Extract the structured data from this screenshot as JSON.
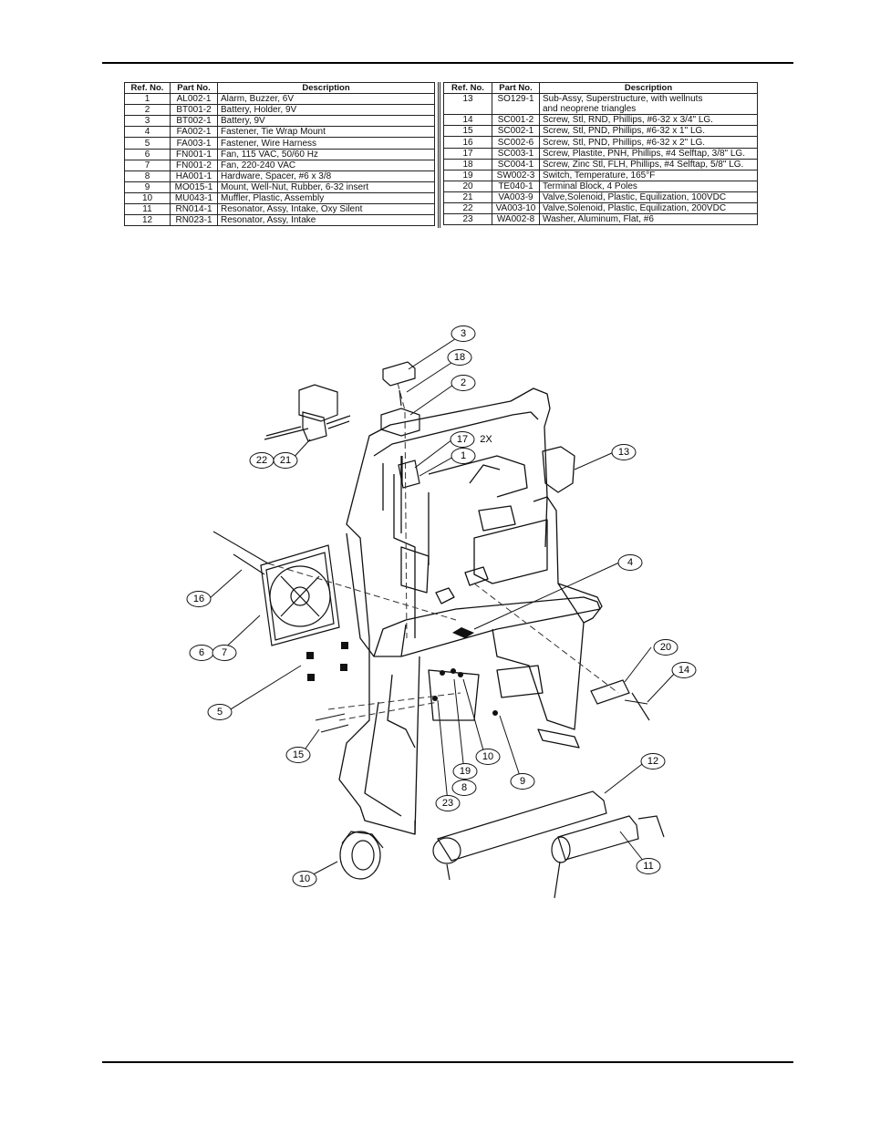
{
  "table": {
    "headers": [
      "Ref. No.",
      "Part No.",
      "Description"
    ],
    "left_rows": [
      [
        "1",
        "AL002-1",
        "Alarm, Buzzer, 6V"
      ],
      [
        "2",
        "BT001-2",
        "Battery, Holder, 9V"
      ],
      [
        "3",
        "BT002-1",
        "Battery, 9V"
      ],
      [
        "4",
        "FA002-1",
        "Fastener, Tie Wrap Mount"
      ],
      [
        "5",
        "FA003-1",
        "Fastener, Wire Harness"
      ],
      [
        "6",
        "FN001-1",
        "Fan, 115 VAC, 50/60 Hz"
      ],
      [
        "7",
        "FN001-2",
        "Fan, 220-240 VAC"
      ],
      [
        "8",
        "HA001-1",
        "Hardware, Spacer, #6 x 3/8"
      ],
      [
        "9",
        "MO015-1",
        "Mount, Well-Nut, Rubber, 6-32 insert"
      ],
      [
        "10",
        "MU043-1",
        "Muffler, Plastic, Assembly"
      ],
      [
        "11",
        "RN014-1",
        "Resonator, Assy, Intake, Oxy Silent"
      ],
      [
        "12",
        "RN023-1",
        "Resonator, Assy, Intake"
      ]
    ],
    "right_row_13": {
      "ref": "13",
      "part": "SO129-1",
      "desc_line1": "Sub-Assy, Superstructure, with wellnuts",
      "desc_line2": "and neoprene triangles"
    },
    "right_rows": [
      [
        "14",
        "SC001-2",
        "Screw, Stl, RND, Phillips, #6-32 x 3/4\" LG."
      ],
      [
        "15",
        "SC002-1",
        "Screw, Stl, PND, Phillips, #6-32 x 1\" LG."
      ],
      [
        "16",
        "SC002-6",
        "Screw, Stl, PND, Phillips, #6-32 x 2\" LG."
      ],
      [
        "17",
        "SC003-1",
        "Screw, Plastite, PNH, Phillips, #4 Selftap, 3/8\" LG."
      ],
      [
        "18",
        "SC004-1",
        "Screw, Zinc Stl, FLH, Phillips, #4 Selftap, 5/8\" LG."
      ],
      [
        "19",
        "SW002-3",
        "Switch, Temperature, 165°F"
      ],
      [
        "20",
        "TE040-1",
        "Terminal Block, 4 Poles"
      ],
      [
        "21",
        "VA003-9",
        "Valve,Solenoid, Plastic, Equilization, 100VDC"
      ],
      [
        "22",
        "VA003-10",
        "Valve,Solenoid, Plastic, Equilization, 200VDC"
      ],
      [
        "23",
        "WA002-8",
        "Washer, Aluminum, Flat, #6"
      ]
    ]
  },
  "callouts": {
    "c3": "3",
    "c18": "18",
    "c2": "2",
    "c17": "17",
    "c17_suffix": "2X",
    "c1": "1",
    "c13": "13",
    "c22": "22",
    "c21": "21",
    "c4": "4",
    "c16": "16",
    "c6": "6",
    "c7": "7",
    "c20": "20",
    "c14": "14",
    "c5": "5",
    "c15": "15",
    "c10a": "10",
    "c19": "19",
    "c8": "8",
    "c9": "9",
    "c23": "23",
    "c12": "12",
    "c11": "11",
    "c10b": "10"
  }
}
